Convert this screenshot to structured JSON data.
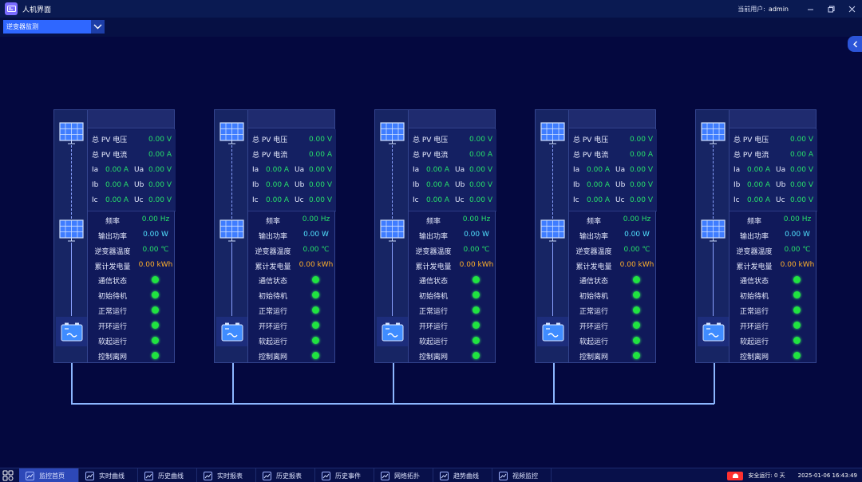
{
  "window": {
    "title": "人机界面",
    "user_label": "当前用户:",
    "user_name": "admin"
  },
  "selector": {
    "value": "逆变器监测"
  },
  "inverter_labels": {
    "pv_voltage": "总 PV 电压",
    "pv_current": "总 PV 电流",
    "ia": "Ia",
    "ib": "Ib",
    "ic": "Ic",
    "ua": "Ua",
    "ub": "Ub",
    "uc": "Uc",
    "frequency": "频率",
    "output_power": "输出功率",
    "inverter_temp": "逆变器温度",
    "total_energy": "累计发电量",
    "comm_status": "通信状态",
    "init_standby": "初始待机",
    "normal_run": "正常运行",
    "open_loop": "开环运行",
    "soft_start": "软起运行",
    "off_grid": "控制离网"
  },
  "inverters": [
    {
      "pv_voltage": "0.00 V",
      "pv_current": "0.00 A",
      "ia": "0.00 A",
      "ib": "0.00 A",
      "ic": "0.00 A",
      "ua": "0.00 V",
      "ub": "0.00 V",
      "uc": "0.00 V",
      "frequency": "0.00 Hz",
      "output_power": "0.00 W",
      "inverter_temp": "0.00 ℃",
      "total_energy": "0.00 kWh"
    },
    {
      "pv_voltage": "0.00 V",
      "pv_current": "0.00 A",
      "ia": "0.00 A",
      "ib": "0.00 A",
      "ic": "0.00 A",
      "ua": "0.00 V",
      "ub": "0.00 V",
      "uc": "0.00 V",
      "frequency": "0.00 Hz",
      "output_power": "0.00 W",
      "inverter_temp": "0.00 ℃",
      "total_energy": "0.00 kWh"
    },
    {
      "pv_voltage": "0.00 V",
      "pv_current": "0.00 A",
      "ia": "0.00 A",
      "ib": "0.00 A",
      "ic": "0.00 A",
      "ua": "0.00 V",
      "ub": "0.00 V",
      "uc": "0.00 V",
      "frequency": "0.00 Hz",
      "output_power": "0.00 W",
      "inverter_temp": "0.00 ℃",
      "total_energy": "0.00 kWh"
    },
    {
      "pv_voltage": "0.00 V",
      "pv_current": "0.00 A",
      "ia": "0.00 A",
      "ib": "0.00 A",
      "ic": "0.00 A",
      "ua": "0.00 V",
      "ub": "0.00 V",
      "uc": "0.00 V",
      "frequency": "0.00 Hz",
      "output_power": "0.00 W",
      "inverter_temp": "0.00 ℃",
      "total_energy": "0.00 kWh"
    },
    {
      "pv_voltage": "0.00 V",
      "pv_current": "0.00 A",
      "ia": "0.00 A",
      "ib": "0.00 A",
      "ic": "0.00 A",
      "ua": "0.00 V",
      "ub": "0.00 V",
      "uc": "0.00 V",
      "frequency": "0.00 Hz",
      "output_power": "0.00 W",
      "inverter_temp": "0.00 ℃",
      "total_energy": "0.00 kWh"
    }
  ],
  "taskbar": {
    "tabs": [
      "监控首页",
      "实时曲线",
      "历史曲线",
      "实时报表",
      "历史报表",
      "历史事件",
      "网络拓扑",
      "趋势曲线",
      "视频监控"
    ],
    "runtime": "安全运行: 0 天",
    "datetime": "2025-01-06 16:43:49"
  },
  "colors": {
    "background": "#04083f",
    "value_green": "#27e06a",
    "value_cyan": "#52e3ff",
    "value_orange": "#ffb02a",
    "led_green": "#20e340",
    "accent_blue": "#2f67ff"
  },
  "icons": {
    "app": "app-icon",
    "minimize": "minimize-icon",
    "restore": "restore-icon",
    "close": "close-icon",
    "dropdown": "chevron-down-icon",
    "side_toggle": "chevron-left-icon",
    "solar_panel": "solar-panel-icon",
    "inverter": "inverter-icon"
  }
}
